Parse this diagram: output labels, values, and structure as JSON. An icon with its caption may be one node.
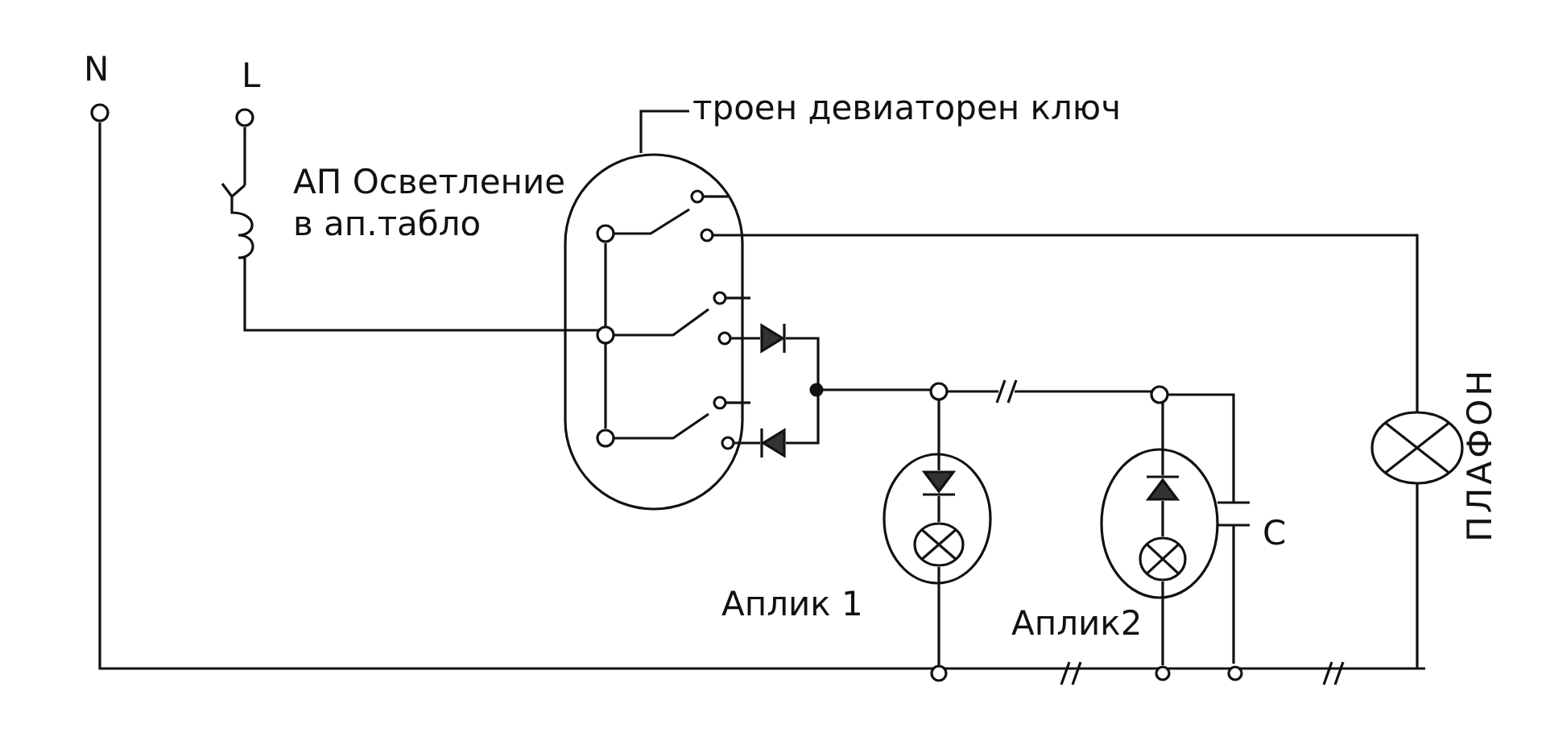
{
  "diagram": {
    "nodes": [
      {
        "text": [
          "троен девиаторен ключ"
        ]
      },
      {
        "text": [],
        "shape": "oval"
      }
    ],
    "edges": [
      {
        "from": 0,
        "to": 1,
        "arrow": "none"
      }
    ],
    "labels": [
      "N",
      "L",
      "АП Осветление в ап.табло",
      "ПЛАФОН",
      "С",
      "Аплик 1",
      "Аплик2"
    ]
  }
}
